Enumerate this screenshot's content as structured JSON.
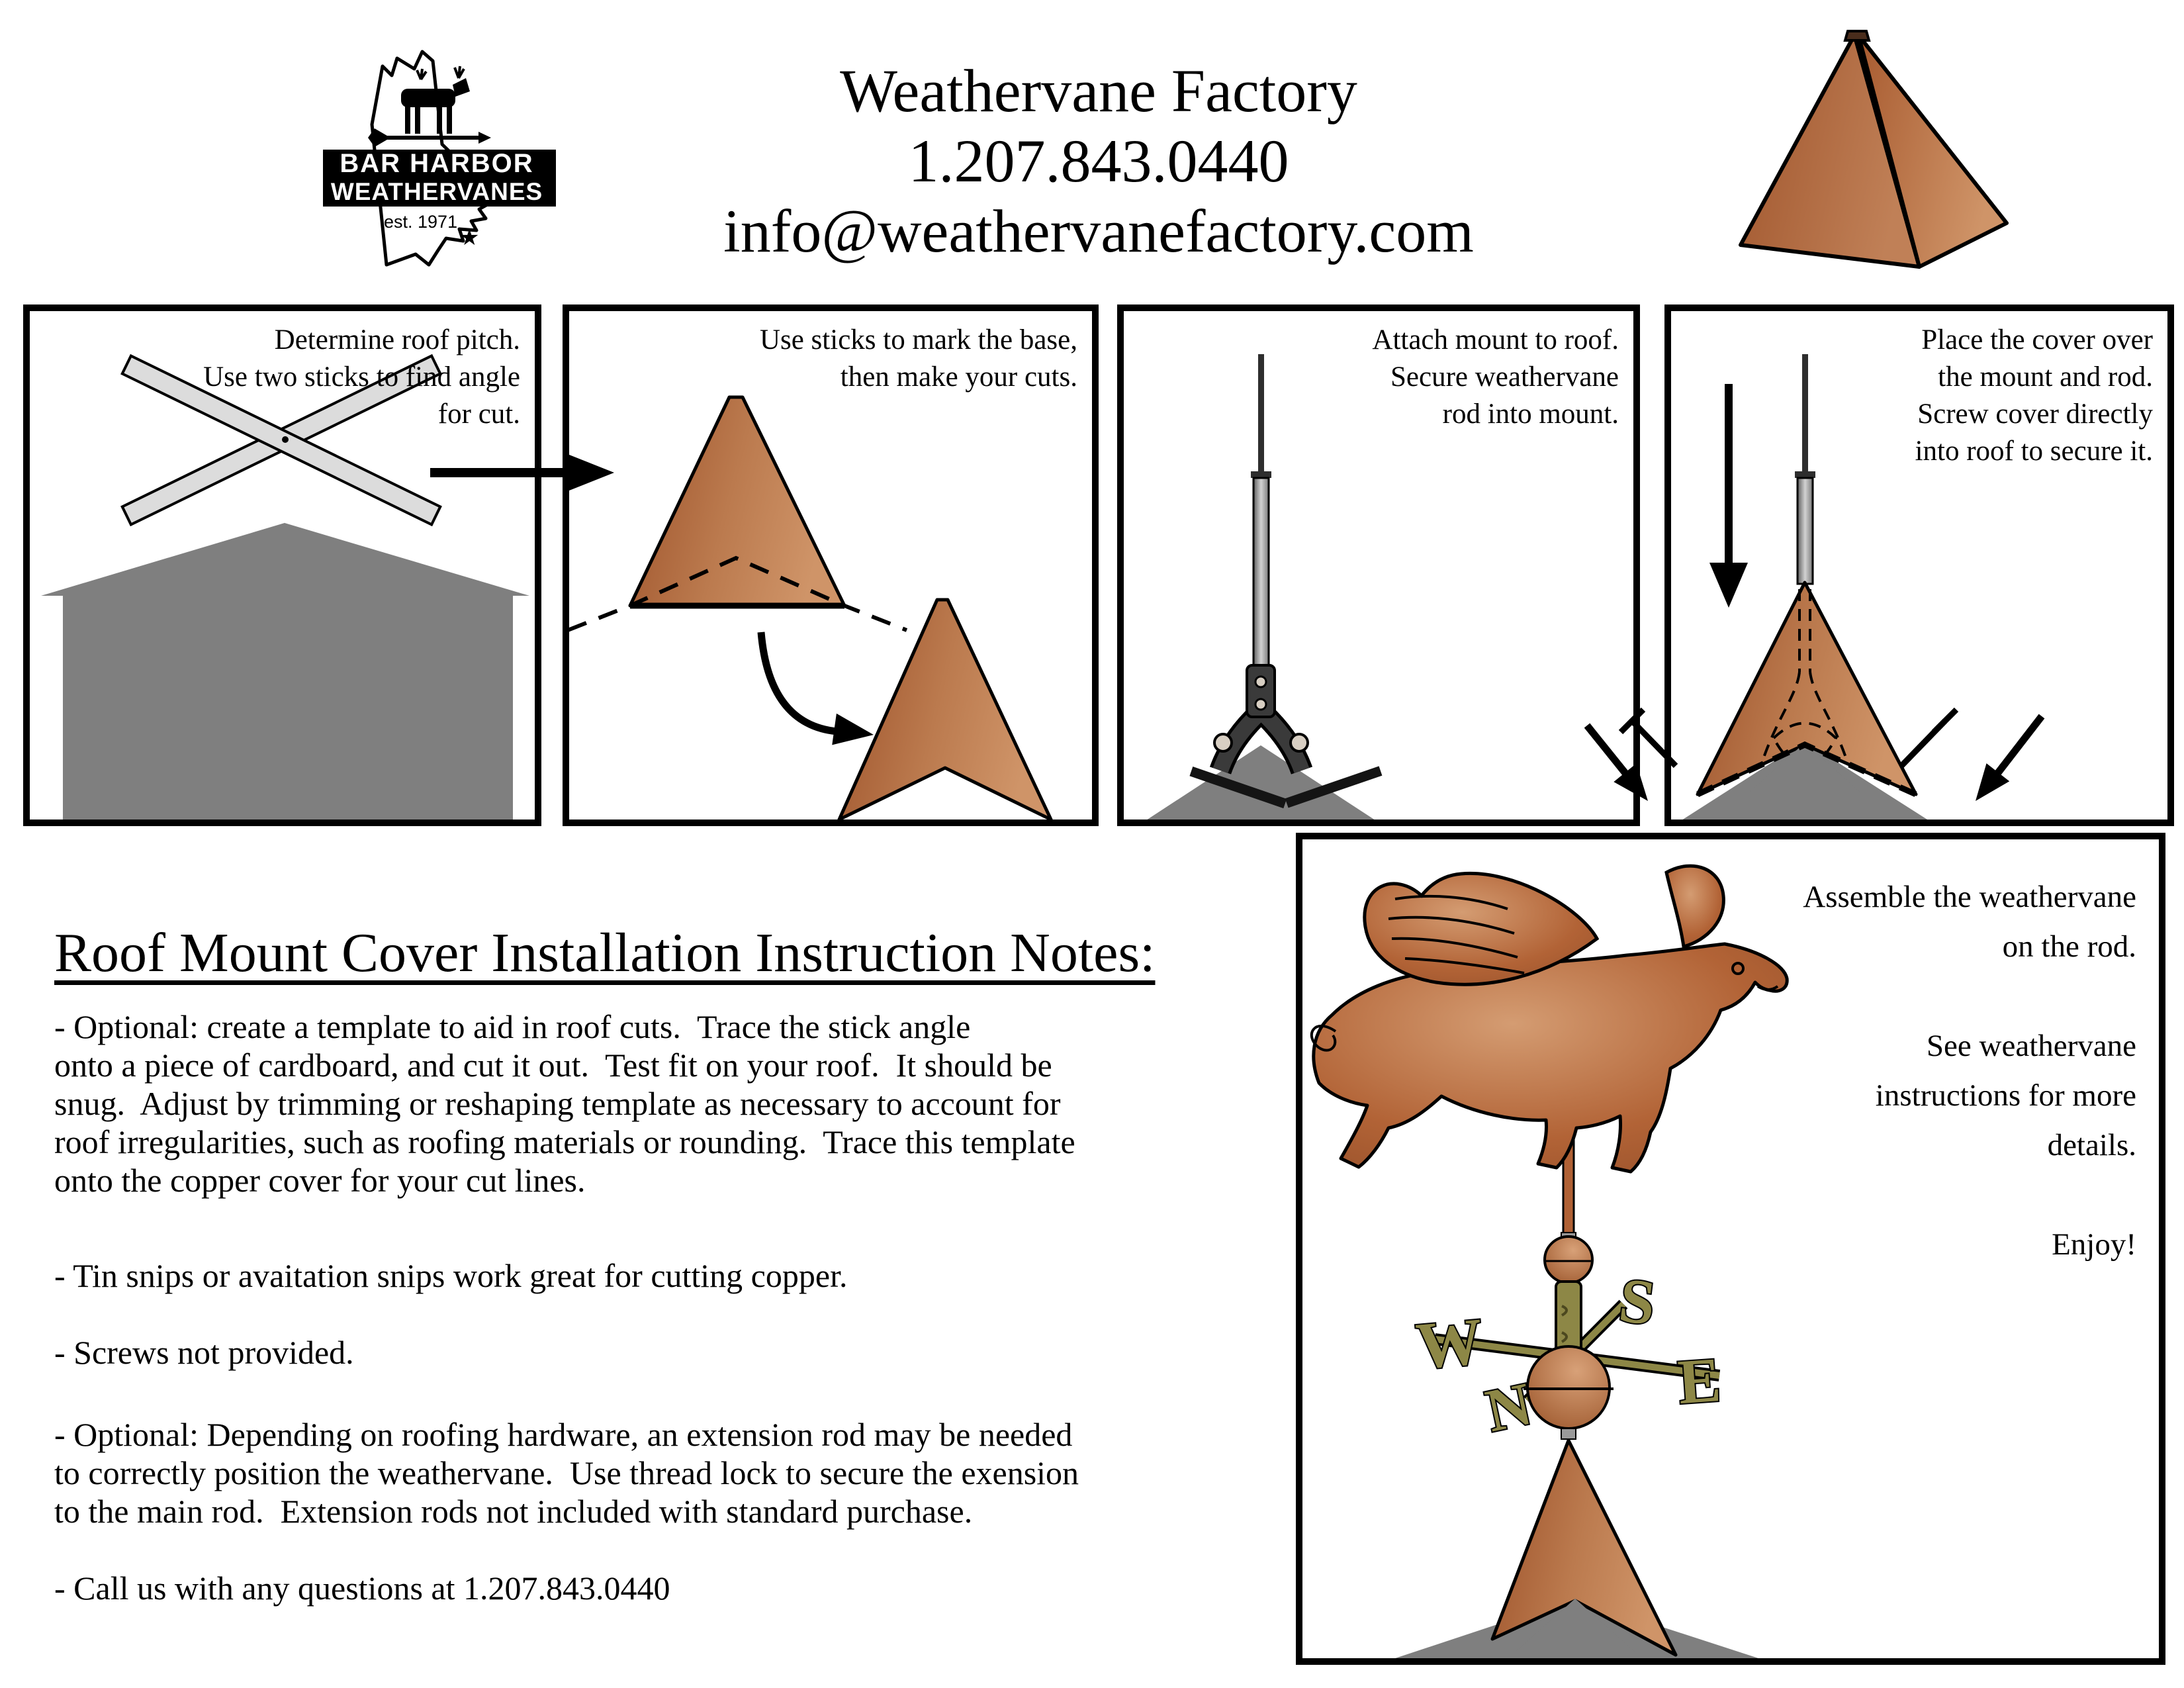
{
  "header": {
    "logo": {
      "banner_line1": "BAR HARBOR",
      "banner_line2": "WEATHERVANES",
      "established": "est. 1971"
    },
    "company": "Weathervane Factory",
    "phone": "1.207.843.0440",
    "email": "info@weathervanefactory.com"
  },
  "steps": [
    {
      "caption": "Determine roof pitch.\nUse two sticks to find angle\nfor cut."
    },
    {
      "caption": "Use sticks to mark the base,\nthen make your cuts."
    },
    {
      "caption": "Attach mount to roof.\nSecure weathervane\nrod into mount."
    },
    {
      "caption": "Place the cover over\nthe mount and rod.\nScrew cover directly\ninto roof to secure it."
    }
  ],
  "notes": {
    "heading": "Roof Mount Cover Installation Instruction Notes:",
    "bullets": [
      "- Optional: create a template to aid in roof cuts.  Trace the stick angle\nonto a piece of cardboard, and cut it out.  Test fit on your roof.  It should be\nsnug.  Adjust by trimming or reshaping template as necessary to account for\nroof irregularities, such as roofing materials or rounding.  Trace this template\nonto the copper cover for your cut lines.",
      "- Tin snips or avaitation snips work great for cutting copper.",
      "- Screws not provided.",
      "- Optional: Depending on roofing hardware, an extension rod may be needed\nto correctly position the weathervane.  Use thread lock to secure the exension\nto the main rod.  Extension rods not included with standard purchase.",
      "- Call us with any questions at 1.207.843.0440"
    ]
  },
  "assembly_panel": {
    "text": "Assemble the weathervane\non the rod.\n\nSee weathervane\ninstructions for more\ndetails.\n\nEnjoy!",
    "directionals": [
      "W",
      "N",
      "S",
      "E"
    ]
  },
  "colors": {
    "copper_light": "#cf9468",
    "copper_mid": "#b56a3e",
    "copper_dark": "#9c5028",
    "roof_gray": "#7f7f7f",
    "stick_gray": "#dcdcdc",
    "mount_dark": "#3a3a3a",
    "brass_olive": "#8d8746",
    "ink": "#000000"
  }
}
